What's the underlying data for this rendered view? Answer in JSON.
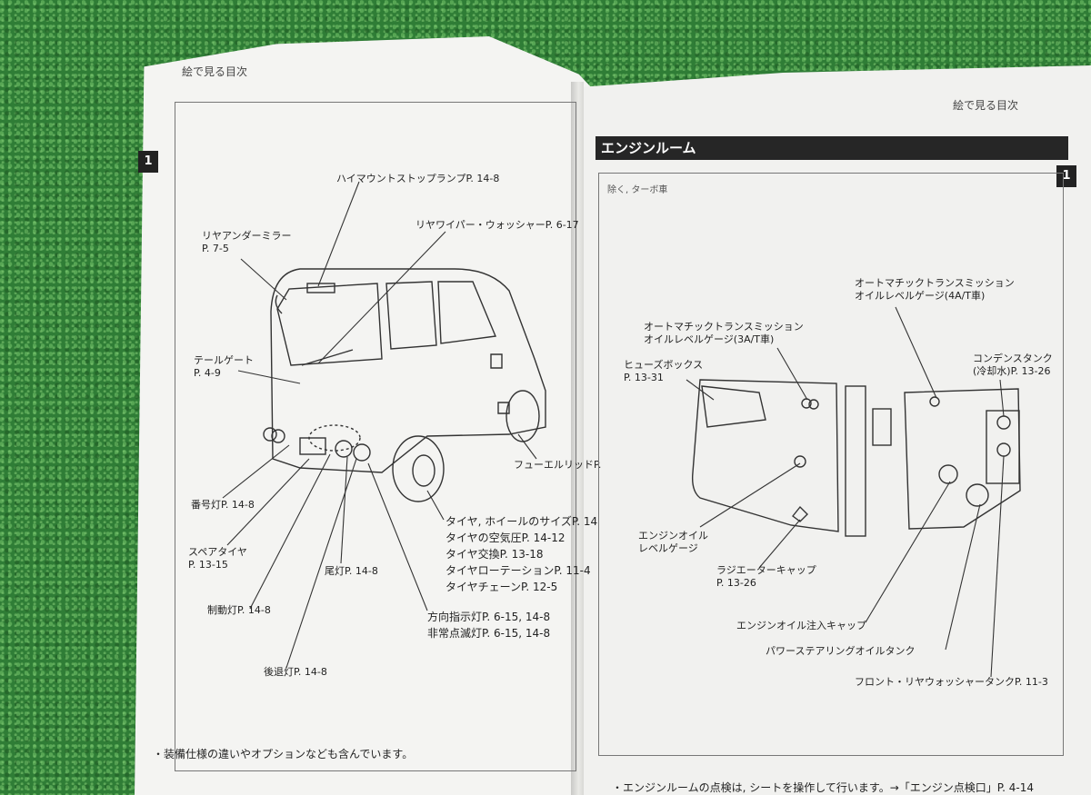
{
  "left_page": {
    "header": "絵で見る目次",
    "tab": "1",
    "labels": {
      "high_mount": "ハイマウントストップランプP. 14-8",
      "rear_wiper": "リヤワイパー・ウォッシャーP. 6-17",
      "rear_mirror_1": "リヤアンダーミラー",
      "rear_mirror_2": "P. 7-5",
      "tailgate_1": "テールゲート",
      "tailgate_2": "P. 4-9",
      "fuel_lid": "フューエルリッドP.",
      "plate_light": "番号灯P. 14-8",
      "spare_tire_1": "スペアタイヤ",
      "spare_tire_2": "P. 13-15",
      "tail_light": "尾灯P. 14-8",
      "brake_light": "制動灯P. 14-8",
      "reverse_light": "後退灯P. 14-8",
      "tire_1": "タイヤ, ホイールのサイズP. 14",
      "tire_2": "タイヤの空気圧P. 14-12",
      "tire_3": "タイヤ交換P. 13-18",
      "tire_4": "タイヤローテーションP. 11-4",
      "tire_5": "タイヤチェーンP. 12-5",
      "turn_1": "方向指示灯P. 6-15, 14-8",
      "turn_2": "非常点滅灯P. 6-15, 14-8"
    },
    "footnote": "・装備仕様の違いやオプションなども含んでいます。"
  },
  "right_page": {
    "header": "絵で見る目次",
    "tab": "1",
    "section_title": "エンジンルーム",
    "frame_note": "除く, ターボ車",
    "labels": {
      "atf_4a_1": "オートマチックトランスミッション",
      "atf_4a_2": "オイルレベルゲージ(4A/T車)",
      "atf_3a_1": "オートマチックトランスミッション",
      "atf_3a_2": "オイルレベルゲージ(3A/T車)",
      "condenser_1": "コンデンスタンク",
      "condenser_2": "(冷却水)P. 13-26",
      "fuse_1": "ヒューズボックス",
      "fuse_2": "P. 13-31",
      "engine_oil_1": "エンジンオイル",
      "engine_oil_2": "レベルゲージ",
      "radiator_1": "ラジエーターキャップ",
      "radiator_2": "P. 13-26",
      "oil_cap": "エンジンオイル注入キャップ",
      "ps_tank": "パワーステアリングオイルタンク",
      "washer_tank": "フロント・リヤウォッシャータンクP. 11-3"
    },
    "footnote": "・エンジンルームの点検は, シートを操作して行います。→「エンジン点検口」P. 4-14"
  }
}
